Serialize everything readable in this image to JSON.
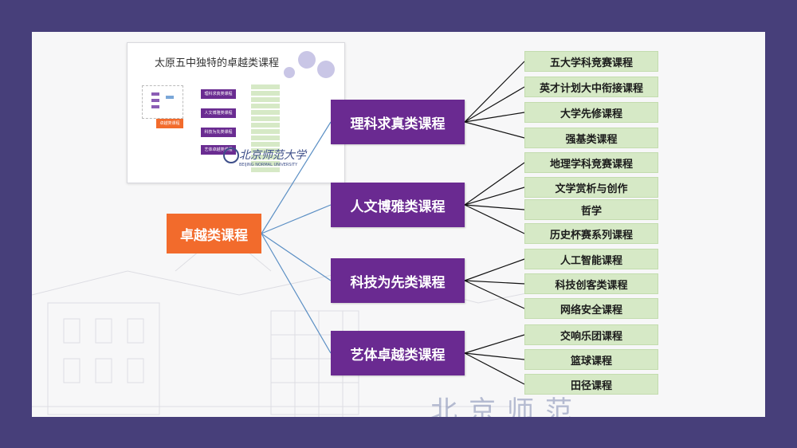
{
  "thumbnail": {
    "title": "太原五中独特的卓越类课程"
  },
  "root": {
    "label": "卓越类课程"
  },
  "groups": [
    {
      "label": "理科求真类课程",
      "items": [
        "五大学科竞赛课程",
        "英才计划大中衔接课程",
        "大学先修课程",
        "强基类课程"
      ]
    },
    {
      "label": "人文博雅类课程",
      "items": [
        "地理学科竞赛课程",
        "文学赏析与创作",
        "哲学",
        "历史杯赛系列课程"
      ]
    },
    {
      "label": "科技为先类课程",
      "items": [
        "人工智能课程",
        "科技创客类课程",
        "网络安全课程"
      ]
    },
    {
      "label": "艺体卓越类课程",
      "items": [
        "交响乐团课程",
        "篮球课程",
        "田径课程"
      ]
    }
  ],
  "colors": {
    "frame": "#473f7a",
    "root": "#f26b2c",
    "group": "#6a2a91",
    "leaf": "#d6e9c6",
    "connector_root": "#5b8fc4",
    "connector_leaf": "#111111"
  }
}
